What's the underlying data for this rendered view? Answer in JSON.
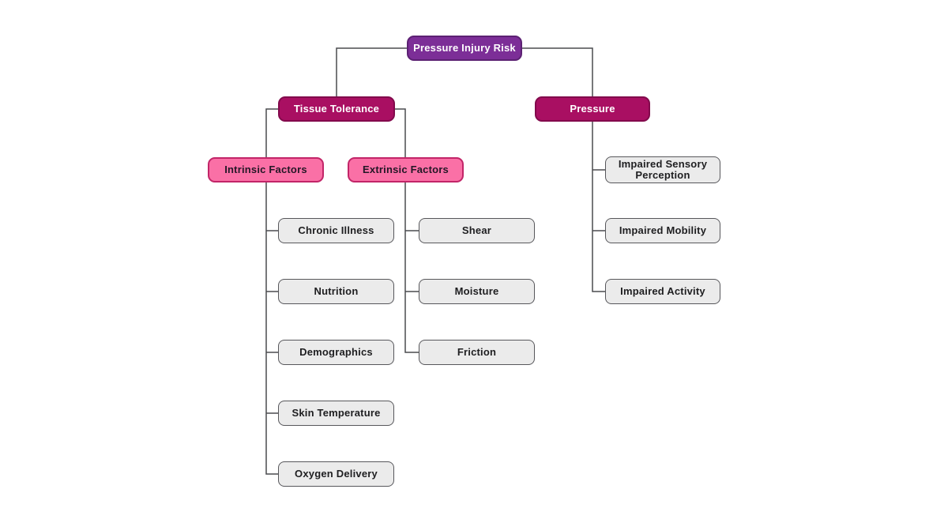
{
  "colors": {
    "root_fill": "#7c2e97",
    "root_border": "#5c2173",
    "branch_fill": "#a90f62",
    "branch_border": "#820a4c",
    "factor_fill": "#fa70a6",
    "factor_border": "#c22568",
    "leaf_fill": "#ebebeb",
    "leaf_border": "#57575b",
    "connector_line": "#4a4b4f",
    "background": "#ffffff"
  },
  "diagram": {
    "root": "Pressure Injury Risk",
    "tissue_tolerance": "Tissue Tolerance",
    "pressure": "Pressure",
    "intrinsic": "Intrinsic Factors",
    "extrinsic": "Extrinsic Factors",
    "intrinsic_children": [
      "Chronic Illness",
      "Nutrition",
      "Demographics",
      "Skin Temperature",
      "Oxygen Delivery"
    ],
    "extrinsic_children": [
      "Shear",
      "Moisture",
      "Friction"
    ],
    "pressure_children": [
      "Impaired Sensory Perception",
      "Impaired Mobility",
      "Impaired Activity"
    ]
  }
}
